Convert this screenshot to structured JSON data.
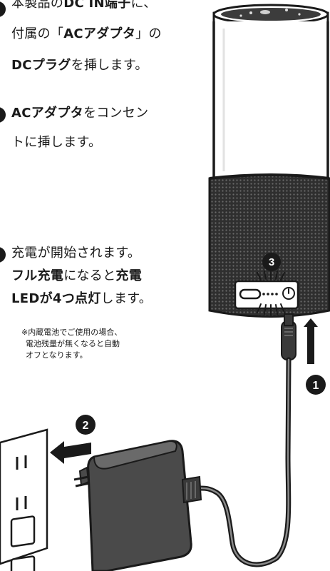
{
  "steps": [
    {
      "lines": [
        [
          {
            "t": "本製品の",
            "b": false
          },
          {
            "t": "DC IN端子",
            "b": true
          },
          {
            "t": "に、",
            "b": false
          }
        ],
        [
          {
            "t": "付属の「",
            "b": false
          },
          {
            "t": "ACアダプタ",
            "b": true
          },
          {
            "t": "」の",
            "b": false
          }
        ],
        [
          {
            "t": "DCプラグ",
            "b": true
          },
          {
            "t": "を挿します。",
            "b": false
          }
        ]
      ]
    },
    {
      "lines": [
        [
          {
            "t": "ACアダプタ",
            "b": true
          },
          {
            "t": "をコンセン",
            "b": false
          }
        ],
        [
          {
            "t": "トに挿します。",
            "b": false
          }
        ]
      ]
    },
    {
      "lines": [
        [
          {
            "t": "充電が開始されます。",
            "b": false
          }
        ],
        [
          {
            "t": "フル充電",
            "b": true
          },
          {
            "t": "になると",
            "b": false
          },
          {
            "t": "充電",
            "b": true
          }
        ],
        [
          {
            "t": "LEDが4つ点灯",
            "b": true
          },
          {
            "t": "します。",
            "b": false
          }
        ]
      ]
    }
  ],
  "note_lines": [
    "※内蔵電池でご使用の場合、",
    "電池残量が無くなると自動",
    "オフとなります。"
  ],
  "callouts": {
    "plug_in": "1",
    "adapter": "2",
    "led": "3"
  },
  "colors": {
    "ink": "#1a1a1a",
    "fabric": "#3a3a3a",
    "adapter": "#4a4a4a",
    "label_fill": "#ffffff"
  }
}
